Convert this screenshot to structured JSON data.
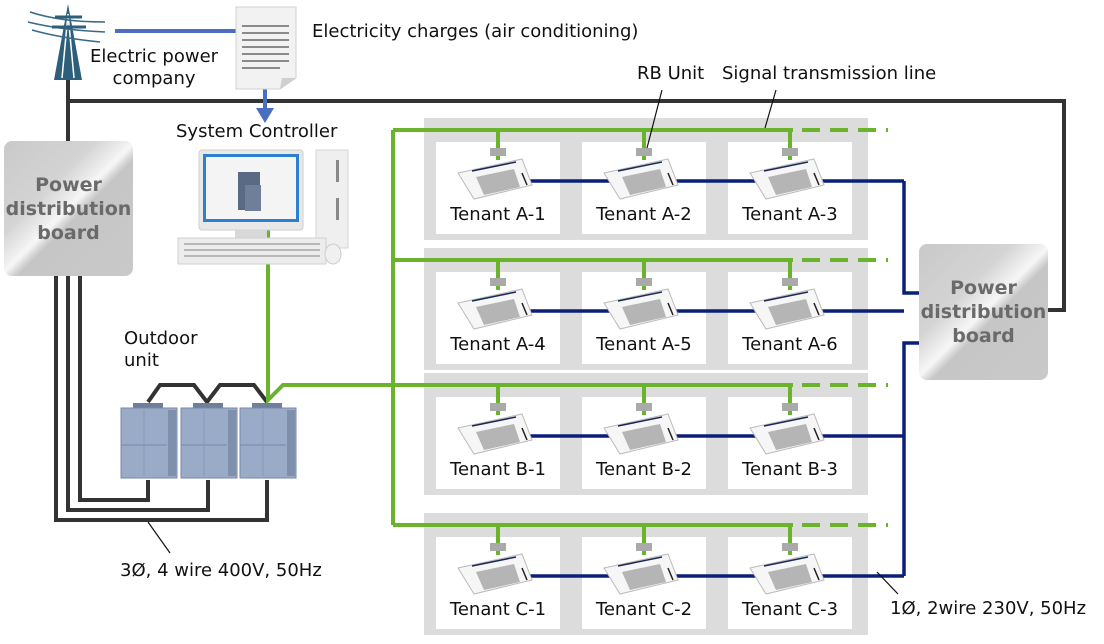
{
  "labels": {
    "electric_power_company": [
      "Electric power",
      "company"
    ],
    "electricity_charges": "Electricity charges (air conditioning)",
    "system_controller": "System Controller",
    "rb_unit": "RB Unit",
    "signal_transmission_line": "Signal transmission line",
    "outdoor_unit": [
      "Outdoor",
      "unit"
    ],
    "three_phase_supply": "3Ø, 4 wire 400V, 50Hz",
    "single_phase_supply": "1Ø, 2wire 230V, 50Hz"
  },
  "power_boards": [
    {
      "id": "left",
      "lines": [
        "Power",
        "distribution",
        "board"
      ]
    },
    {
      "id": "right",
      "lines": [
        "Power",
        "distribution",
        "board"
      ]
    }
  ],
  "floors": [
    {
      "tenants": [
        "Tenant A-1",
        "Tenant A-2",
        "Tenant A-3"
      ]
    },
    {
      "tenants": [
        "Tenant A-4",
        "Tenant A-5",
        "Tenant A-6"
      ]
    },
    {
      "tenants": [
        "Tenant B-1",
        "Tenant B-2",
        "Tenant B-3"
      ]
    },
    {
      "tenants": [
        "Tenant C-1",
        "Tenant C-2",
        "Tenant C-3"
      ]
    }
  ],
  "colors": {
    "signal_line": "#6ab42d",
    "power_line_single": "#0a1f7a",
    "power_line_main": "#333333",
    "billing_arrow": "#4a6fc2",
    "floor_bg": "#dcdcdc",
    "rb_unit": "#aaaaaa"
  }
}
